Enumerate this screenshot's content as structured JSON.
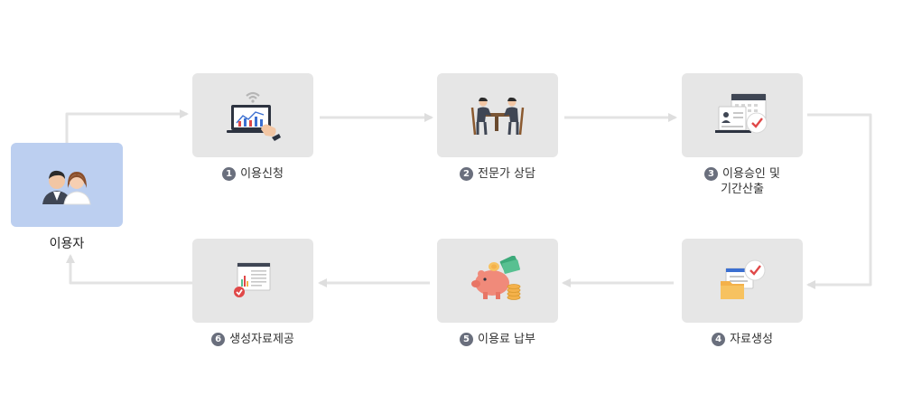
{
  "user": {
    "label": "이용자"
  },
  "steps": [
    {
      "num": "1",
      "label": "이용신청",
      "icon": "laptop-chart-icon"
    },
    {
      "num": "2",
      "label": "전문가 상담",
      "icon": "consultation-icon"
    },
    {
      "num": "3",
      "label": "이용승인 및",
      "label2": "기간산출",
      "icon": "approval-calendar-icon"
    },
    {
      "num": "4",
      "label": "자료생성",
      "icon": "data-folder-icon"
    },
    {
      "num": "5",
      "label": "이용료 납부",
      "icon": "piggy-bank-icon"
    },
    {
      "num": "6",
      "label": "생성자료제공",
      "icon": "report-document-icon"
    }
  ],
  "colors": {
    "box": "#e6e6e6",
    "user_box": "#bccff0",
    "arrow": "#e3e3e3",
    "badge": "#6a6f7d"
  }
}
